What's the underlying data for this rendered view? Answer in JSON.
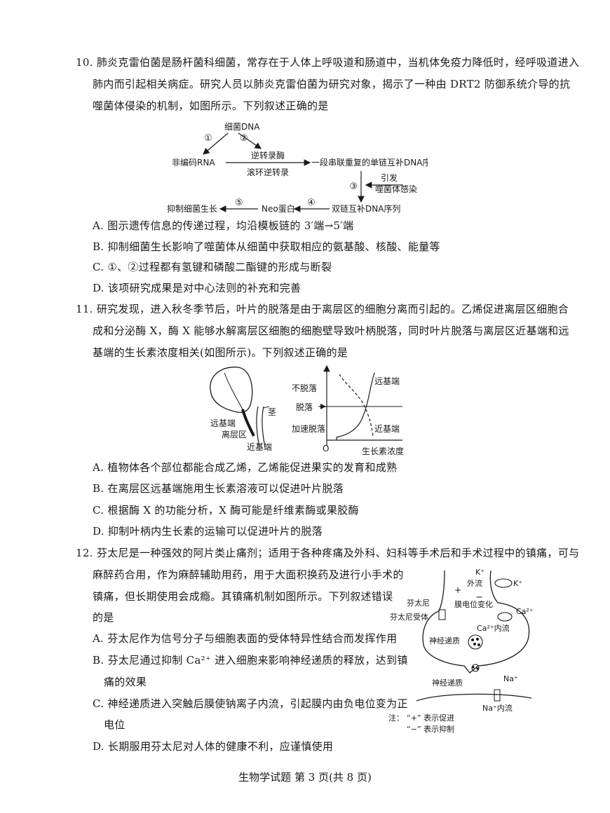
{
  "q10": {
    "lines": [
      "10. 肺炎克雷伯菌是肠杆菌科细菌，常存在于人体上呼吸道和肠道中，当机体免疫力降低时，经呼吸道进入",
      "肺内而引起相关病症。研究人员以肺炎克雷伯菌为研究对象，揭示了一种由 DRT2 防御系统介导的抗",
      "噬菌体侵染的机制，如图所示。下列叙述正确的是"
    ],
    "diagram": {
      "bacterial_dna": "细菌DNA",
      "step1": "①",
      "step2": "②",
      "ncrna": "非编码RNA",
      "rt": "逆转录酶",
      "rolling": "滚环逆转录",
      "ss_seq": "一段串联重复的单链互补DNA序列",
      "step3": "③",
      "trigger": "引发",
      "phage": "噬菌体感染",
      "ds_seq": "双链互补DNA序列",
      "step4": "④",
      "neo": "Neo蛋白",
      "step5": "⑤",
      "inhibit": "抑制细菌生长"
    },
    "options": [
      "A. 图示遗传信息的传递过程，均沿模板链的 3′端→5′端",
      "B. 抑制细菌生长影响了噬菌体从细菌中获取相应的氨基酸、核酸、能量等",
      "C. ①、②过程都有氢键和磷酸二酯键的形成与断裂",
      "D. 该项研究成果是对中心法则的补充和完善"
    ]
  },
  "q11": {
    "lines": [
      "11. 研究发现，进入秋冬季节后，叶片的脱落是由于离层区的细胞分离而引起的。乙烯促进离层区细胞合",
      "成和分泌酶 X，酶 X 能够水解离层区细胞的细胞壁导致叶柄脱落，同时叶片脱落与离层区近基端和远",
      "基端的生长素浓度相关(如图所示)。下列叙述正确的是"
    ],
    "leaf": {
      "stem": "茎",
      "far_end": "远基端",
      "abscission_zone": "离层区",
      "near_end": "近基端"
    },
    "graph": {
      "y_labels": [
        "不脱落",
        "脱落",
        "加速脱落"
      ],
      "origin": "O",
      "xlabel": "生长素浓度",
      "curve_far": "远基端",
      "curve_near": "近基端"
    },
    "options": [
      "A. 植物体各个部位都能合成乙烯，乙烯能促进果实的发育和成熟",
      "B. 在离层区远基端施用生长素溶液可以促进叶片脱落",
      "C. 根据酶 X 的功能分析，X 酶可能是纤维素酶或果胶酶",
      "D. 抑制叶柄内生长素的运输可以促进叶片的脱落"
    ]
  },
  "q12": {
    "lines": [
      "12. 芬太尼是一种强效的阿片类止痛剂；适用于各种疼痛及外科、妇科等手术后和手术过程中的镇痛，可与",
      "麻醉药合用，作为麻醉辅助用药，用于大面积换药及进行小手术的",
      "镇痛，但长期使用会成瘾。其镇痛机制如图所示。下列叙述错误",
      "的是"
    ],
    "options": [
      "A. 芬太尼作为信号分子与细胞表面的受体特异性结合而发挥作用",
      "B. 芬太尼通过抑制 Ca²⁺ 进入细胞来影响神经递质的释放，达到镇",
      "痛的效果",
      "C. 神经递质进入突触后膜使钠离子内流，引起膜内由负电位变为正",
      "电位",
      "D. 长期服用芬太尼对人体的健康不利，应谨慎使用"
    ],
    "diagram": {
      "k": "K⁺",
      "k2": "K⁺",
      "k_out": "外流",
      "membrane_change": "膜电位变化",
      "ca": "Ca²⁺",
      "ca_in": "Ca²⁺内流",
      "fentanyl": "芬太尼",
      "receptor": "芬太尼受体",
      "nt": "神经递质",
      "nt2": "神经递质",
      "na": "Na⁺",
      "na_in": "Na⁺内流",
      "plus": "+",
      "minus": "−",
      "note_title": "注：",
      "note1": "“+” 表示促进",
      "note2": "“−” 表示抑制"
    }
  },
  "footer": "生物学试题 第 3 页(共 8 页)"
}
